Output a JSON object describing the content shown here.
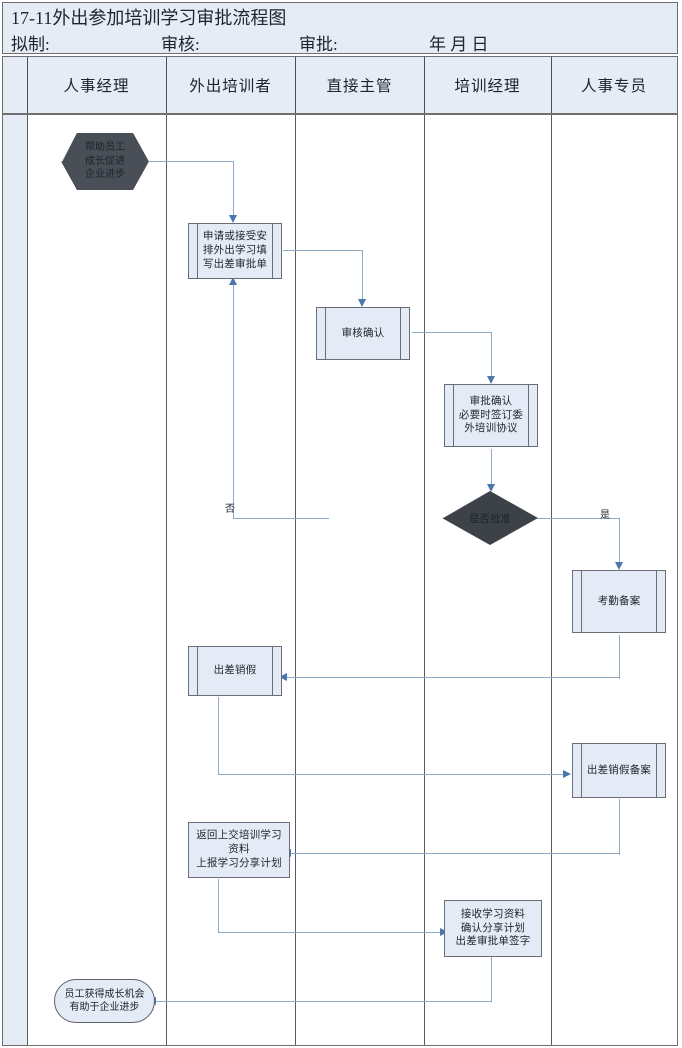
{
  "document": {
    "title": "17-11外出参加培训学习审批流程图",
    "form_fields": [
      {
        "label": "拟制:",
        "value": ""
      },
      {
        "label": "审核:",
        "value": ""
      },
      {
        "label": "审批:",
        "value": ""
      },
      {
        "label": "年 月 日",
        "value": ""
      }
    ]
  },
  "colors": {
    "header_fill": "#e6ecf5",
    "shape_fill": "#e4ebf6",
    "shape_border": "#6a6f77",
    "connector": "#8fa9c9",
    "arrow_head": "#4a77ad",
    "grid_line": "#555b63"
  },
  "lanes": [
    {
      "id": "lane-spacer",
      "label": ""
    },
    {
      "id": "lane-hr-manager",
      "label": "人事经理"
    },
    {
      "id": "lane-trainee",
      "label": "外出培训者"
    },
    {
      "id": "lane-direct-supervisor",
      "label": "直接主管"
    },
    {
      "id": "lane-training-manager",
      "label": "培训经理"
    },
    {
      "id": "lane-hr-specialist",
      "label": "人事专员"
    }
  ],
  "nodes": [
    {
      "id": "start",
      "type": "hexagon",
      "lane": "lane-hr-manager",
      "text": "帮助员工\n成长促进\n企业进步"
    },
    {
      "id": "apply",
      "type": "predefined-process",
      "lane": "lane-trainee",
      "text": "申请或接受安\n排外出学习填\n写出差审批单"
    },
    {
      "id": "review",
      "type": "predefined-process",
      "lane": "lane-direct-supervisor",
      "text": "审核确认"
    },
    {
      "id": "approve",
      "type": "predefined-process",
      "lane": "lane-training-manager",
      "text": "审批确认\n必要时签订委\n外培训协议"
    },
    {
      "id": "decision",
      "type": "decision",
      "lane": "lane-training-manager",
      "text": "是否批准"
    },
    {
      "id": "attendance-record",
      "type": "predefined-process",
      "lane": "lane-hr-specialist",
      "text": "考勤备案"
    },
    {
      "id": "trip-leave-cancel",
      "type": "predefined-process",
      "lane": "lane-trainee",
      "text": "出差销假"
    },
    {
      "id": "trip-leave-record",
      "type": "predefined-process",
      "lane": "lane-hr-specialist",
      "text": "出差销假备案"
    },
    {
      "id": "submit-materials",
      "type": "process",
      "lane": "lane-trainee",
      "text": "返回上交培训学习\n资料\n上报学习分享计划"
    },
    {
      "id": "receive-materials",
      "type": "process",
      "lane": "lane-training-manager",
      "text": "接收学习资料\n确认分享计划\n出差审批单签字"
    },
    {
      "id": "end",
      "type": "terminator",
      "lane": "lane-hr-manager",
      "text": "员工获得成长机会\n有助于企业进步"
    }
  ],
  "edge_labels": {
    "no": "否",
    "yes": "是"
  }
}
